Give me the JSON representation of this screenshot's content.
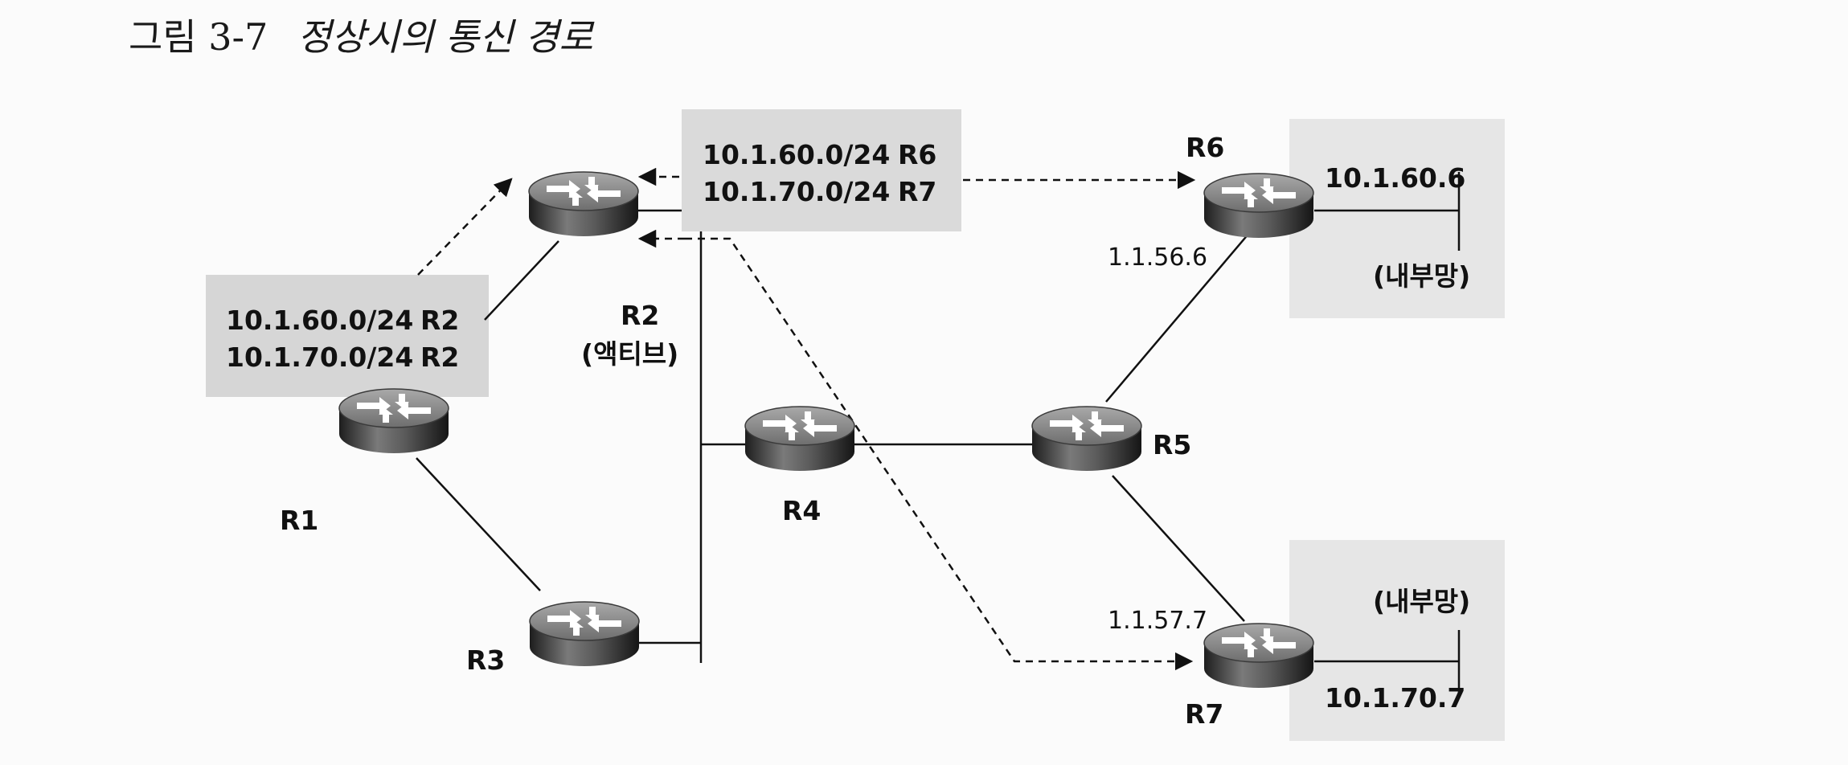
{
  "caption": {
    "number": "그림 3-7",
    "title": "정상시의 통신 경로"
  },
  "routers": {
    "r1": "R1",
    "r2": "R2",
    "r2_status": "(액티브)",
    "r3": "R3",
    "r4": "R4",
    "r5": "R5",
    "r6": "R6",
    "r7": "R7"
  },
  "routing_tables": {
    "r1": [
      {
        "network": "10.1.60.0/24",
        "next_hop": "R2"
      },
      {
        "network": "10.1.70.0/24",
        "next_hop": "R2"
      }
    ],
    "r2": [
      {
        "network": "10.1.60.0/24",
        "next_hop": "R6"
      },
      {
        "network": "10.1.70.0/24",
        "next_hop": "R7"
      }
    ]
  },
  "interfaces": {
    "r6_link": "1.1.56.6",
    "r7_link": "1.1.57.7"
  },
  "internal_networks": {
    "r6": {
      "label": "(내부망)",
      "address": "10.1.60.6"
    },
    "r7": {
      "label": "(내부망)",
      "address": "10.1.70.7"
    }
  }
}
